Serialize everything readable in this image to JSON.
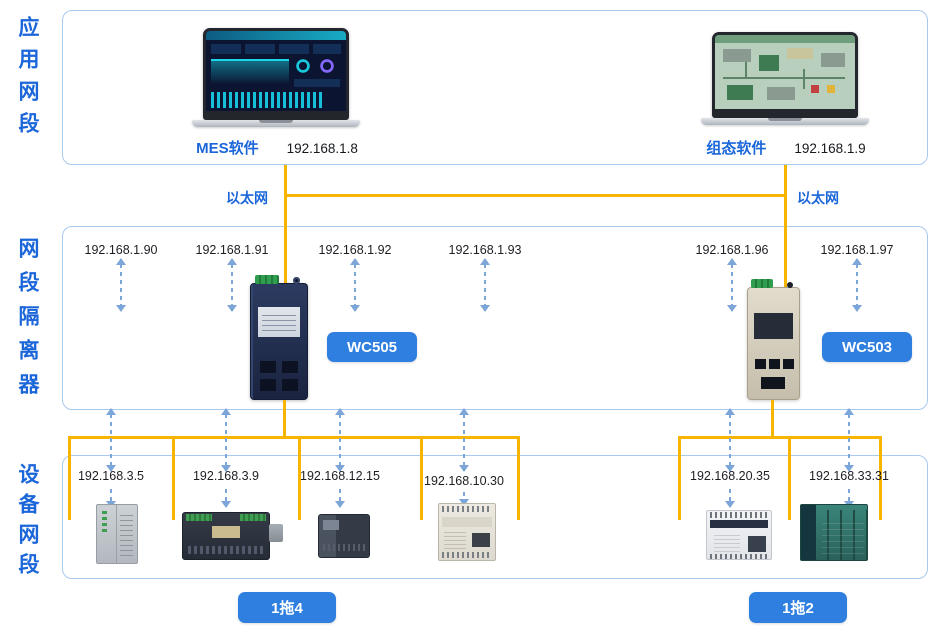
{
  "diagram": {
    "app_segment": {
      "side_label": "应用网段",
      "nodes": [
        {
          "name": "MES软件",
          "ip": "192.168.1.8"
        },
        {
          "name": "组态软件",
          "ip": "192.168.1.9"
        }
      ]
    },
    "ethernet": {
      "left_label": "以太网",
      "right_label": "以太网"
    },
    "isolator_segment": {
      "side_label": "网段隔离器",
      "left_ips": [
        "192.168.1.90",
        "192.168.1.91",
        "192.168.1.92",
        "192.168.1.93"
      ],
      "right_ips": [
        "192.168.1.96",
        "192.168.1.97"
      ],
      "left_gateway_badge": "WC505",
      "right_gateway_badge": "WC503"
    },
    "device_segment": {
      "side_label": "设备网段",
      "left_ips": [
        "192.168.3.5",
        "192.168.3.9",
        "192.168.12.15",
        "192.168.10.30"
      ],
      "right_ips": [
        "192.168.20.35",
        "192.168.33.31"
      ],
      "left_mode_badge": "1拖4",
      "right_mode_badge": "1拖2"
    },
    "colors": {
      "accent_blue": "#1b66d9",
      "badge_blue": "#2e7fe0",
      "line_yellow": "#f7b500",
      "arrow_blue": "#7ca5d8",
      "section_border": "#a8caee"
    }
  }
}
